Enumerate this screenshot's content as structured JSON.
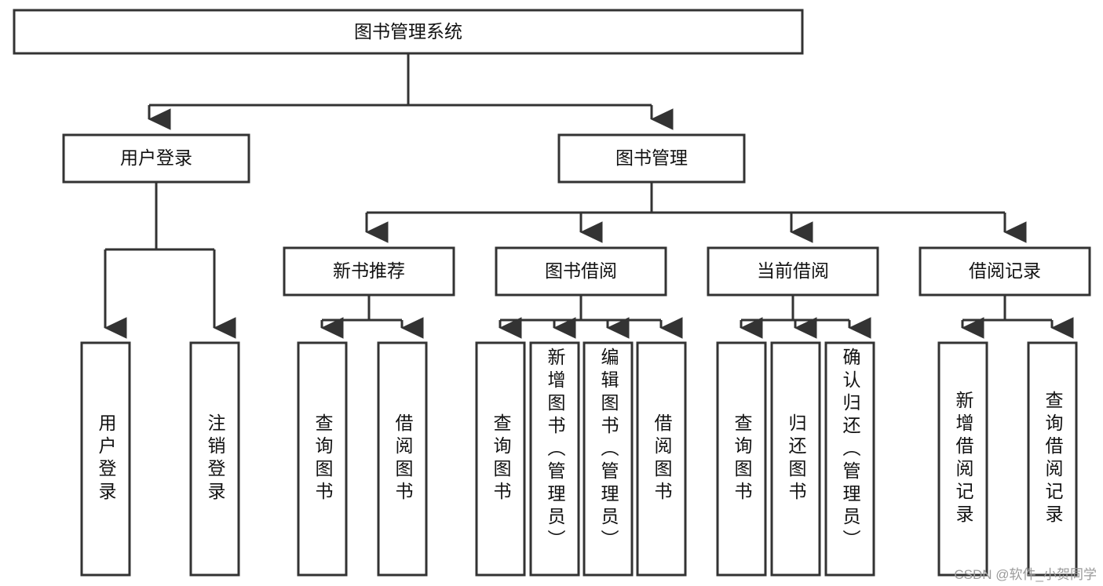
{
  "diagram": {
    "title": "图书管理系统",
    "type": "tree-hierarchy",
    "orientation": "top-down",
    "colors": {
      "box_stroke": "#333333",
      "box_fill": "#ffffff",
      "connector": "#333333",
      "text": "#111111",
      "watermark": "#9a9a9a",
      "background": "#ffffff"
    },
    "root": {
      "label": "图书管理系统"
    },
    "level2": [
      {
        "label": "用户登录"
      },
      {
        "label": "图书管理"
      }
    ],
    "level3": [
      {
        "label": "新书推荐"
      },
      {
        "label": "图书借阅"
      },
      {
        "label": "当前借阅"
      },
      {
        "label": "借阅记录"
      }
    ],
    "leaves": {
      "user_login": [
        {
          "label": "用户登录"
        },
        {
          "label": "注销登录"
        }
      ],
      "new_book_recommend": [
        {
          "label": "查询图书"
        },
        {
          "label": "借阅图书"
        }
      ],
      "book_borrow": [
        {
          "label": "查询图书"
        },
        {
          "label": "新增图书（管理员）"
        },
        {
          "label": "编辑图书（管理员）"
        },
        {
          "label": "借阅图书"
        }
      ],
      "current_borrow": [
        {
          "label": "查询图书"
        },
        {
          "label": "归还图书"
        },
        {
          "label": "确认归还（管理员）"
        }
      ],
      "borrow_record": [
        {
          "label": "新增借阅记录"
        },
        {
          "label": "查询借阅记录"
        }
      ]
    }
  },
  "watermark": {
    "text": "CSDN @软件_小贺同学"
  }
}
